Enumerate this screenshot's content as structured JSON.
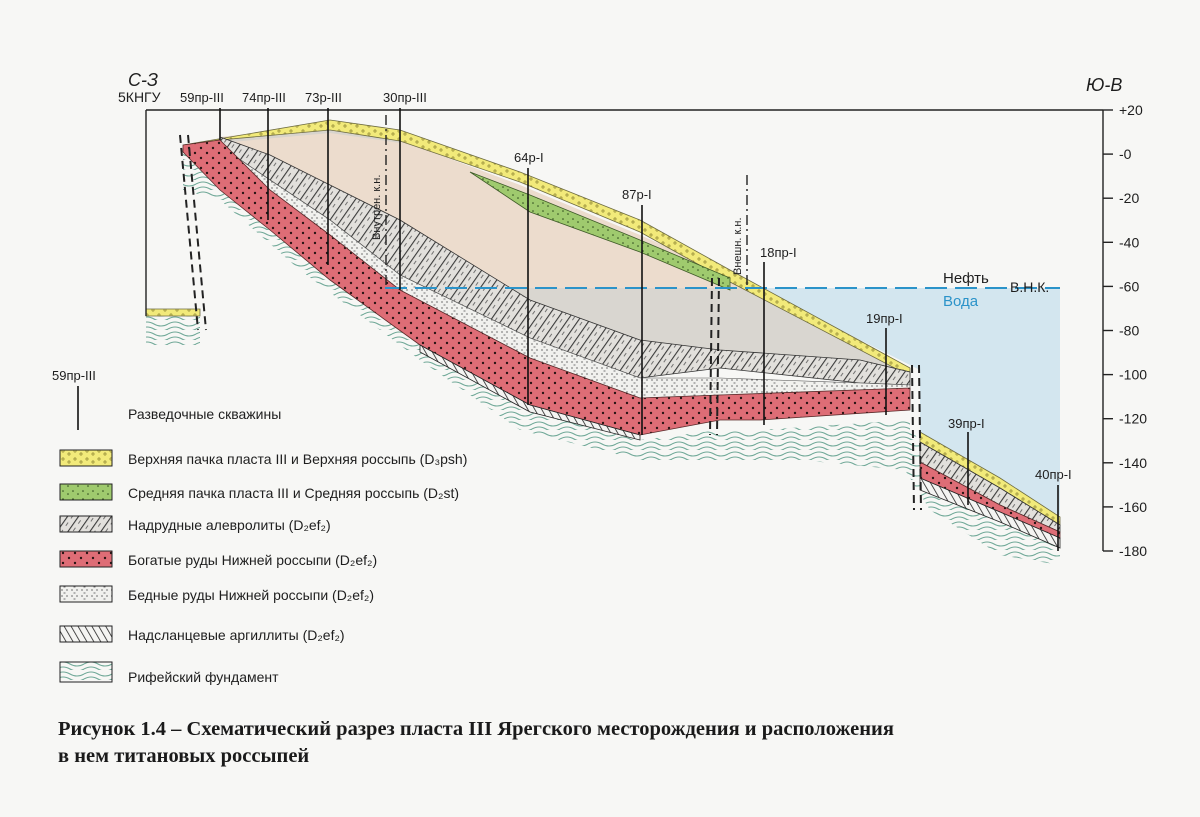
{
  "direction": {
    "left": "С-З",
    "right": "Ю-В"
  },
  "wells": [
    {
      "id": "w5kngu",
      "label": "5КНГУ"
    },
    {
      "id": "w59",
      "label": "59пр-III"
    },
    {
      "id": "w74",
      "label": "74пр-III"
    },
    {
      "id": "w73",
      "label": "73р-III"
    },
    {
      "id": "w30",
      "label": "30пр-III"
    },
    {
      "id": "w64",
      "label": "64р-I"
    },
    {
      "id": "w87",
      "label": "87р-I"
    },
    {
      "id": "w18",
      "label": "18пр-I"
    },
    {
      "id": "w19",
      "label": "19пр-I"
    },
    {
      "id": "w39",
      "label": "39пр-I"
    },
    {
      "id": "w40",
      "label": "40пр-I"
    }
  ],
  "contours": {
    "inner": "Внутрен. к.н.",
    "outer": "Внешн. к.н."
  },
  "fluids": {
    "oil": "Нефть",
    "water": "Вода",
    "owc": "В.Н.К."
  },
  "scale": {
    "unit": "m",
    "min": -180,
    "max": 20,
    "ticks": [
      "+20",
      "-0",
      "-20",
      "-40",
      "-60",
      "-80",
      "-100",
      "-120",
      "-140",
      "-160",
      "-180"
    ]
  },
  "legend": {
    "well_sample": "59пр-III",
    "items": [
      {
        "key": "wells",
        "label": "Разведочные скважины"
      },
      {
        "key": "upper",
        "label": "Верхняя пачка пласта III и Верхняя россыпь (D₃psh)"
      },
      {
        "key": "middle",
        "label": "Средняя пачка пласта III и Средняя россыпь (D₂st)"
      },
      {
        "key": "siltstone",
        "label": "Надрудные алевролиты (D₂ef₂)"
      },
      {
        "key": "rich",
        "label": "Богатые руды Нижней россыпи (D₂ef₂)"
      },
      {
        "key": "poor",
        "label": "Бедные руды Нижней россыпи (D₂ef₂)"
      },
      {
        "key": "argillite",
        "label": "Надсланцевые аргиллиты (D₂ef₂)"
      },
      {
        "key": "basement",
        "label": "Рифейский фундамент"
      }
    ]
  },
  "colors": {
    "oil_zone": "#ecdccd",
    "water_zone": "#d3e6ef",
    "transition_zone": "#d9d6d0",
    "upper_layer": "#f2ea7a",
    "middle_layer": "#9fca6e",
    "rich_ore": "#de6d76",
    "poor_ore": "#f1f1ee",
    "siltstone_bg": "#e2e0dc",
    "basement_line": "#6fa897",
    "owc_line": "#2b93c9",
    "water_text": "#2b93c9"
  },
  "caption": {
    "line1": "Рисунок 1.4 – Схематический разрез пласта III Ярегского месторождения и расположения",
    "line2": "в нем титановых россыпей"
  }
}
